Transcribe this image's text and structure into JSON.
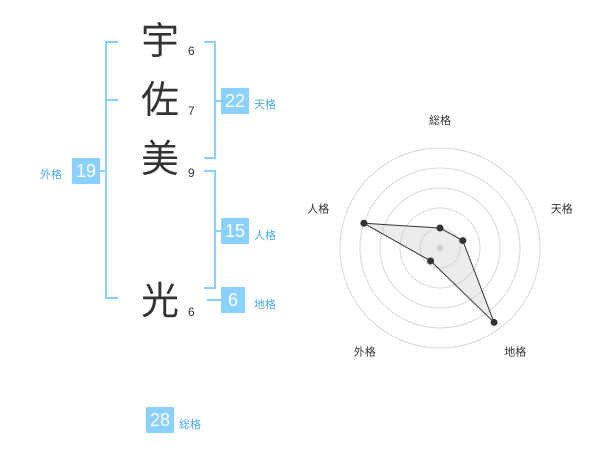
{
  "name": {
    "chars": [
      {
        "char": "宇",
        "strokes": "6"
      },
      {
        "char": "佐",
        "strokes": "7"
      },
      {
        "char": "美",
        "strokes": "9"
      },
      {
        "char": "光",
        "strokes": "6"
      }
    ]
  },
  "fortune": {
    "tenkaku": {
      "label": "天格",
      "value": "22"
    },
    "jinkaku": {
      "label": "人格",
      "value": "15"
    },
    "chikaku": {
      "label": "地格",
      "value": "6"
    },
    "gaikaku": {
      "label": "外格",
      "value": "19"
    },
    "soukaku": {
      "label": "総格",
      "value": "28"
    }
  },
  "colors": {
    "accent": "#8ad1ff",
    "accent_text": "#4aa8e8",
    "bracket": "#8ad1ff"
  },
  "chart_data": {
    "type": "radar",
    "axes": [
      "総格",
      "天格",
      "地格",
      "外格",
      "人格"
    ],
    "values": [
      1,
      1.2,
      4.6,
      0.8,
      4.0
    ],
    "rmax": 5,
    "rings": 5
  }
}
